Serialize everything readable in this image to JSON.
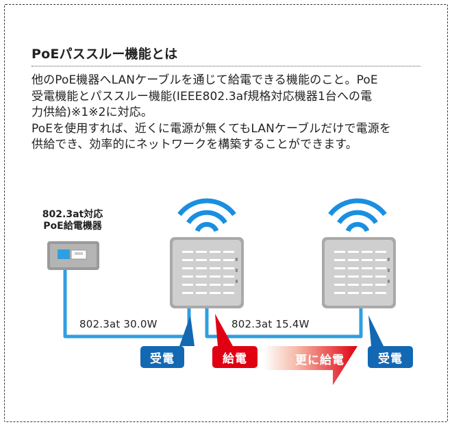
{
  "title": "PoEパススルー機能とは",
  "description": [
    "他のPoE機器へLANケーブルを通じて給電できる機能のこと。PoE",
    "受電機能とパススルー機能(IEEE802.3af規格対応機器1台への電",
    "力供給)※1※2に対応。",
    "PoEを使用すれば、近くに電源が無くてもLANケーブルだけで電源を",
    "供給でき、効率的にネットワークを構築することができます。"
  ],
  "diagram": {
    "source_device": {
      "label_line1": "802.3at対応",
      "label_line2": "PoE給電機器"
    },
    "link1_power": "802.3at 30.0W",
    "link2_power": "802.3at 15.4W",
    "badges": {
      "receive_first": "受電",
      "supply": "給電",
      "forward_supply": "更に給電",
      "receive_second": "受電"
    },
    "colors": {
      "cable_blue": "#2f9fe0",
      "badge_blue": "#1368b3",
      "badge_red": "#e00012",
      "wifi_blue": "#1a8fe0",
      "device_gray": "#c8c8c8"
    },
    "icons": [
      "wifi-icon",
      "access-point-icon",
      "poe-injector-icon"
    ]
  }
}
